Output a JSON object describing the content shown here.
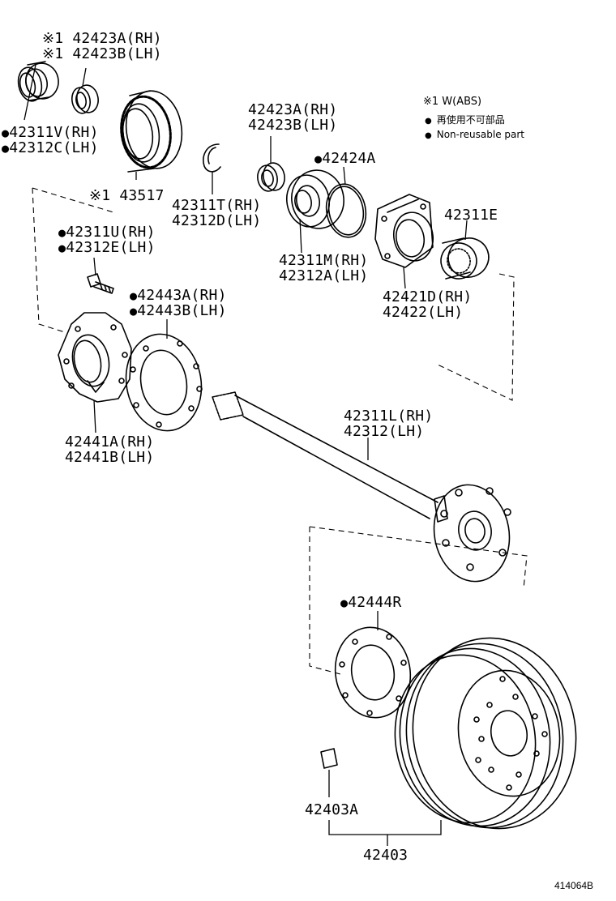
{
  "callouts": {
    "c1": "※1 42423A(RH)",
    "c2": "※1 42423B(LH)",
    "c3": "42311V(RH)",
    "c4": "42312C(LH)",
    "c5": "※1 43517",
    "c6": "42423A(RH)",
    "c7": "42423B(LH)",
    "c8": "42424A",
    "c9": "42311T(RH)",
    "c10": "42312D(LH)",
    "c11": "42311E",
    "c12": "42311M(RH)",
    "c13": "42312A(LH)",
    "c14": "42421D(RH)",
    "c15": "42422(LH)",
    "c16": "42311U(RH)",
    "c17": "42312E(LH)",
    "c18": "42443A(RH)",
    "c19": "42443B(LH)",
    "c20": "42441A(RH)",
    "c21": "42441B(LH)",
    "c22": "42311L(RH)",
    "c23": "42312(LH)",
    "c24": "42444R",
    "c25": "42403A",
    "c26": "42403"
  },
  "legend": {
    "abs": "※1 W(ABS)",
    "nonreusable_cn": "再使用不可部品",
    "nonreusable_en": "Non-reusable part"
  },
  "drawing_code": "414064B"
}
